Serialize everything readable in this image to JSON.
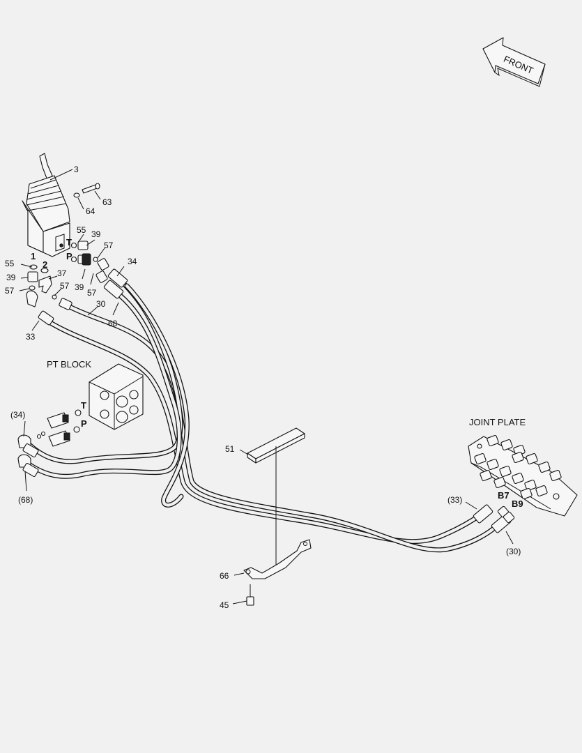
{
  "front_arrow": {
    "label": "FRONT"
  },
  "group_labels": {
    "pt_block": "PT BLOCK",
    "joint_plate": "JOINT PLATE"
  },
  "port_labels": {
    "valve_t": "T",
    "valve_p": "P",
    "valve_1": "1",
    "valve_2": "2",
    "block_t": "T",
    "block_p": "P",
    "b7": "B7",
    "b9": "B9"
  },
  "callouts": {
    "c3": "3",
    "c63": "63",
    "c64": "64",
    "c55_top": "55",
    "c39_top": "39",
    "c57_top": "57",
    "c34": "34",
    "c55_left": "55",
    "c39_left": "39",
    "c57_left": "57",
    "c37": "37",
    "c57_mid": "57",
    "c39_mid": "39",
    "c57_mid2": "57",
    "c30": "30",
    "c68": "68",
    "c33": "33",
    "c34_ref": "(34)",
    "c68_ref": "(68)",
    "c51": "51",
    "c66": "66",
    "c45": "45",
    "c33_ref": "(33)",
    "c30_ref": "(30)"
  }
}
